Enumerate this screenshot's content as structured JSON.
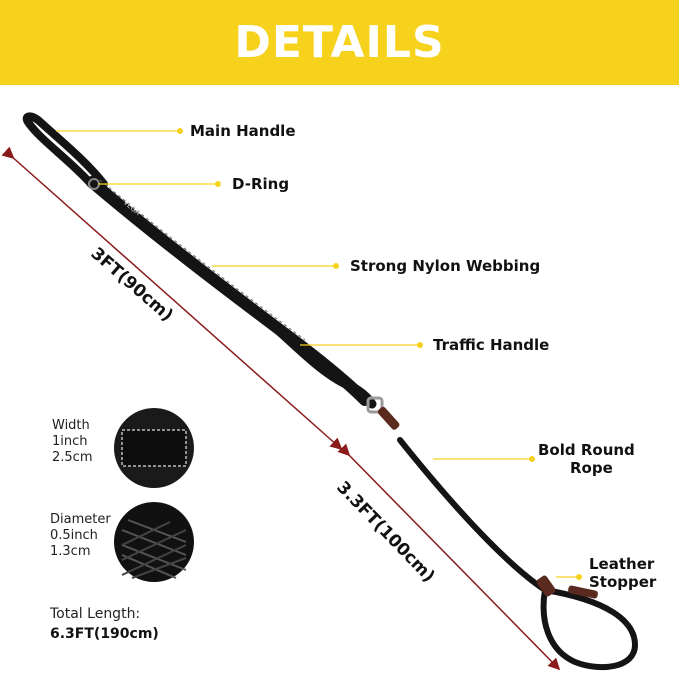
{
  "banner": {
    "title": "DETAILS",
    "background": "#f7d21c"
  },
  "callouts": {
    "main_handle": "Main Handle",
    "d_ring": "D-Ring",
    "webbing": "Strong Nylon Webbing",
    "traffic_handle": "Traffic Handle",
    "bold_rope_line1": "Bold Round",
    "bold_rope_line2": "Rope",
    "leather_line1": "Leather",
    "leather_line2": "Stopper"
  },
  "measurements": {
    "upper": "3FT(90cm)",
    "lower": "3.3FT(100cm)"
  },
  "brand_mark": "VEGA",
  "specs": {
    "width_label": "Width",
    "width_inch": "1inch",
    "width_cm": "2.5cm",
    "diameter_label": "Diameter",
    "diameter_inch": "0.5inch",
    "diameter_cm": "1.3cm",
    "total_label": "Total Length:",
    "total_value": "6.3FT(190cm)"
  },
  "colors": {
    "accent_yellow": "#f7d21c",
    "measure_red": "#8b1a1a",
    "leash_black": "#141414",
    "leather_brown": "#5a2a1e"
  }
}
